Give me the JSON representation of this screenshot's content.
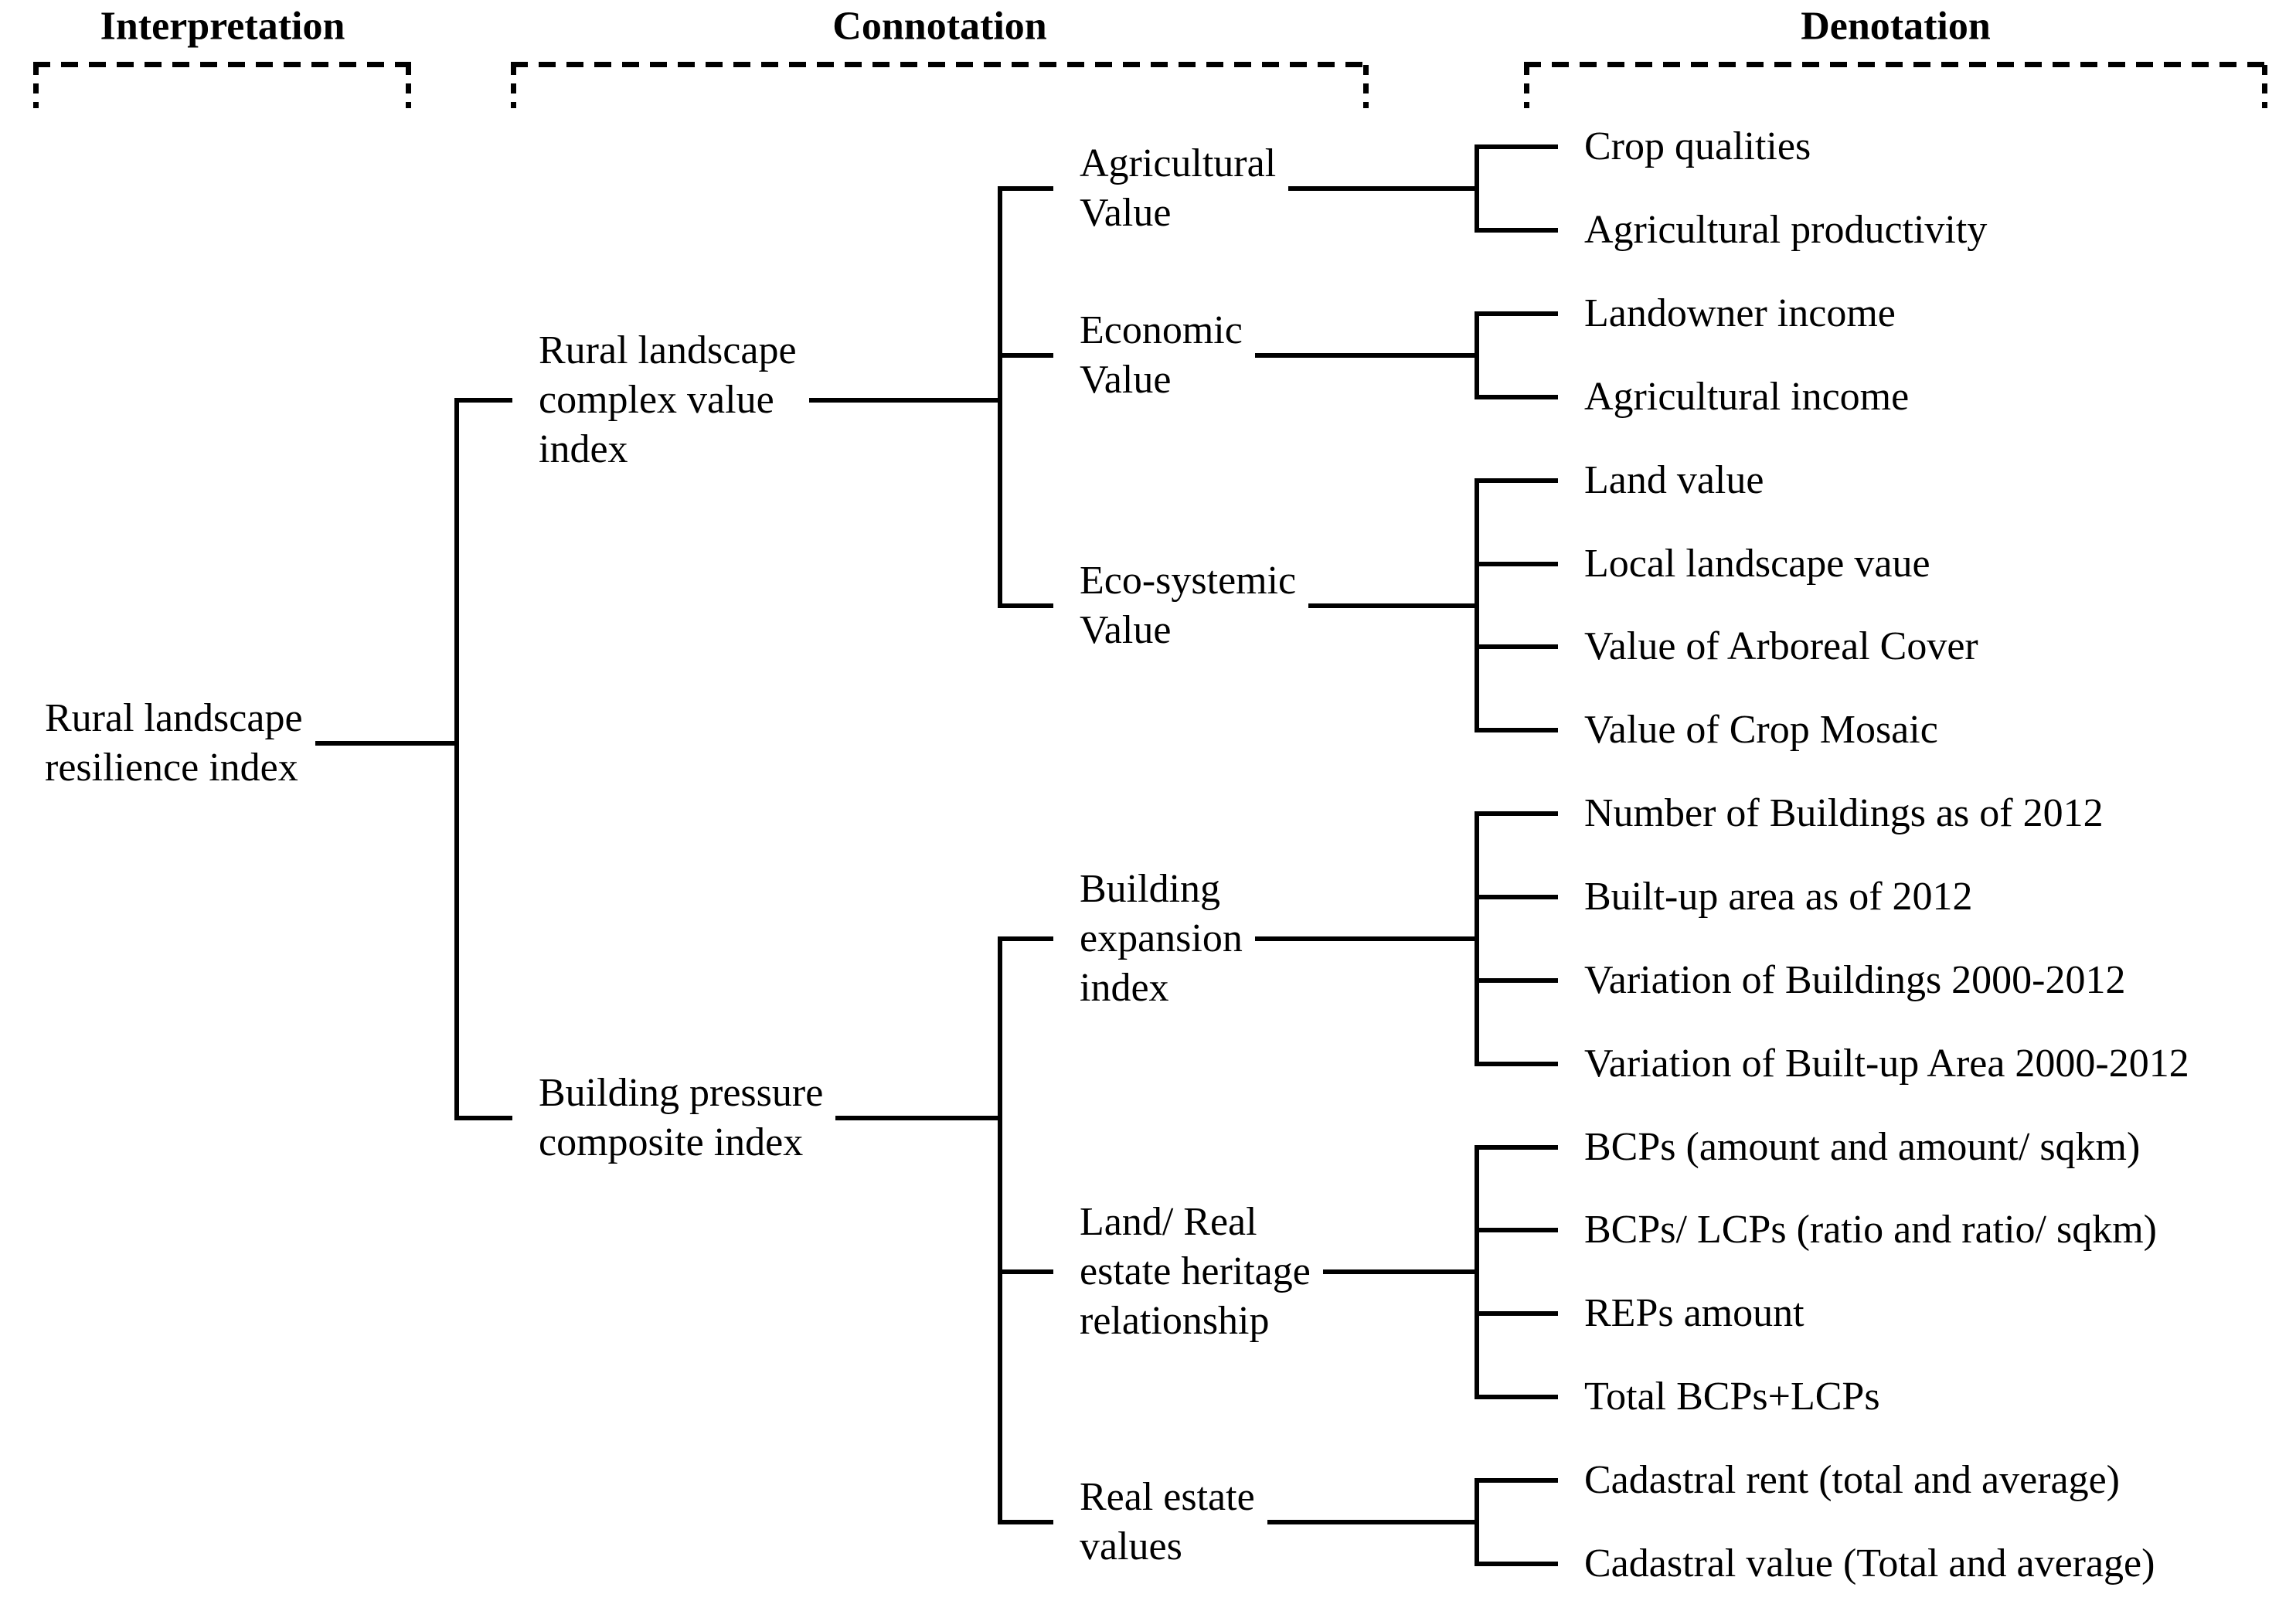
{
  "figure": {
    "headers": [
      {
        "id": "interpretation",
        "label": "Interpretation"
      },
      {
        "id": "connotation",
        "label": "Connotation"
      },
      {
        "id": "denotation",
        "label": "Denotation"
      }
    ],
    "nodes": {
      "root": {
        "label": "Rural landscape\nresilience index"
      },
      "complex_value": {
        "label": "Rural landscape\ncomplex value\nindex"
      },
      "building_pressure": {
        "label": "Building pressure\ncomposite index"
      },
      "agricultural_value": {
        "label": "Agricultural\nValue"
      },
      "economic_value": {
        "label": "Economic\nValue"
      },
      "ecosystemic_value": {
        "label": "Eco-systemic\nValue"
      },
      "building_expansion": {
        "label": "Building\nexpansion\nindex"
      },
      "land_real_estate": {
        "label": "Land/ Real\nestate heritage\nrelationship"
      },
      "real_estate_values": {
        "label": "Real estate\nvalues"
      },
      "leaves": [
        {
          "label": "Crop qualities"
        },
        {
          "label": "Agricultural productivity"
        },
        {
          "label": "Landowner income"
        },
        {
          "label": "Agricultural income"
        },
        {
          "label": "Land value"
        },
        {
          "label": "Local landscape vaue"
        },
        {
          "label": "Value of Arboreal Cover"
        },
        {
          "label": "Value of Crop Mosaic"
        },
        {
          "label": "Number of Buildings as of 2012"
        },
        {
          "label": "Built-up area as of 2012"
        },
        {
          "label": "Variation of Buildings 2000-2012"
        },
        {
          "label": "Variation of Built-up Area 2000-2012"
        },
        {
          "label": "BCPs (amount and amount/ sqkm)"
        },
        {
          "label": "BCPs/ LCPs (ratio and ratio/ sqkm)"
        },
        {
          "label": "REPs amount"
        },
        {
          "label": "Total BCPs+LCPs"
        },
        {
          "label": "Cadastral rent (total and average)"
        },
        {
          "label": "Cadastral value (Total and average)"
        }
      ]
    },
    "hierarchy": {
      "root": [
        "complex_value",
        "building_pressure"
      ],
      "complex_value": [
        "agricultural_value",
        "economic_value",
        "ecosystemic_value"
      ],
      "building_pressure": [
        "building_expansion",
        "land_real_estate",
        "real_estate_values"
      ],
      "agricultural_value": [
        "leaves.0",
        "leaves.1"
      ],
      "economic_value": [
        "leaves.2",
        "leaves.3"
      ],
      "ecosystemic_value": [
        "leaves.4",
        "leaves.5",
        "leaves.6",
        "leaves.7"
      ],
      "building_expansion": [
        "leaves.8",
        "leaves.9",
        "leaves.10",
        "leaves.11"
      ],
      "land_real_estate": [
        "leaves.12",
        "leaves.13",
        "leaves.14",
        "leaves.15"
      ],
      "real_estate_values": [
        "leaves.16",
        "leaves.17"
      ]
    },
    "colors": {
      "line": "#000000",
      "text": "#000000",
      "background": "#ffffff"
    }
  }
}
